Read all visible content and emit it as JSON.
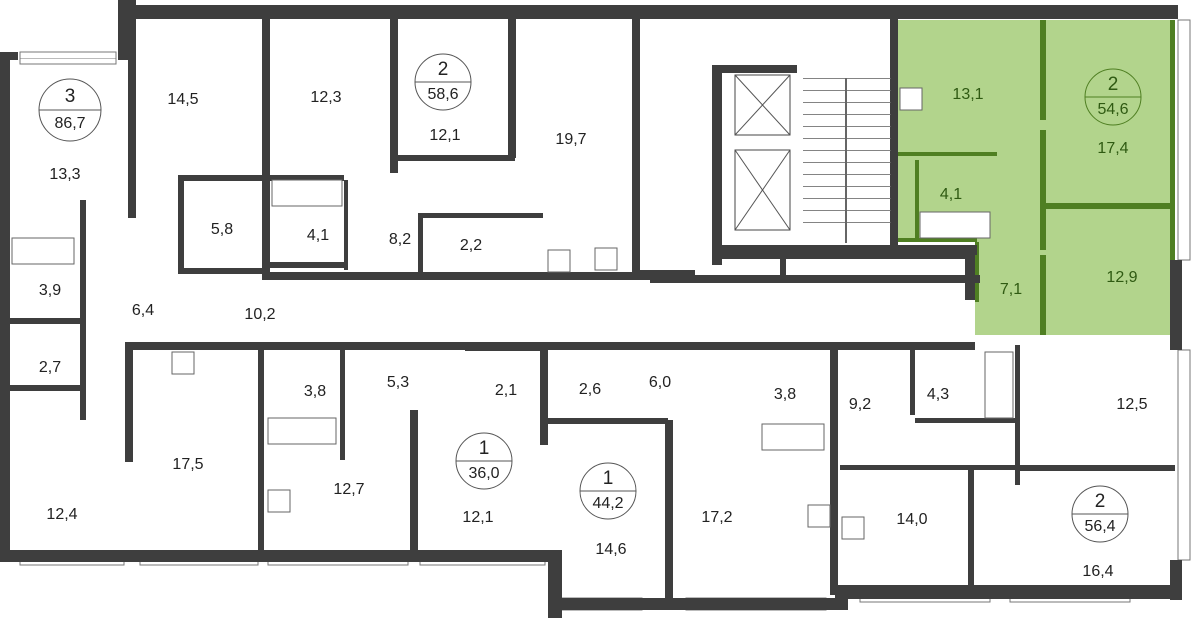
{
  "colors": {
    "wall": "#3e3e3e",
    "highlight_fill": "#b2d48c",
    "highlight_wall": "#4f7f22",
    "highlight_text": "#2f5a12"
  },
  "apartments": [
    {
      "rooms": "3",
      "area": "86,7",
      "highlighted": false
    },
    {
      "rooms": "2",
      "area": "58,6",
      "highlighted": false
    },
    {
      "rooms": "2",
      "area": "54,6",
      "highlighted": true
    },
    {
      "rooms": "1",
      "area": "36,0",
      "highlighted": false
    },
    {
      "rooms": "1",
      "area": "44,2",
      "highlighted": false
    },
    {
      "rooms": "2",
      "area": "56,4",
      "highlighted": false
    }
  ],
  "rooms": [
    "13,3",
    "14,5",
    "12,3",
    "12,1",
    "19,7",
    "5,8",
    "4,1",
    "8,2",
    "2,2",
    "3,9",
    "6,4",
    "10,2",
    "2,7",
    "3,8",
    "5,3",
    "2,1",
    "2,6",
    "6,0",
    "3,8",
    "9,2",
    "4,3",
    "12,5",
    "12,4",
    "17,5",
    "12,7",
    "12,1",
    "14,6",
    "17,2",
    "14,0",
    "16,4"
  ],
  "highlighted_rooms": [
    "13,1",
    "17,4",
    "4,1",
    "7,1",
    "12,9"
  ]
}
